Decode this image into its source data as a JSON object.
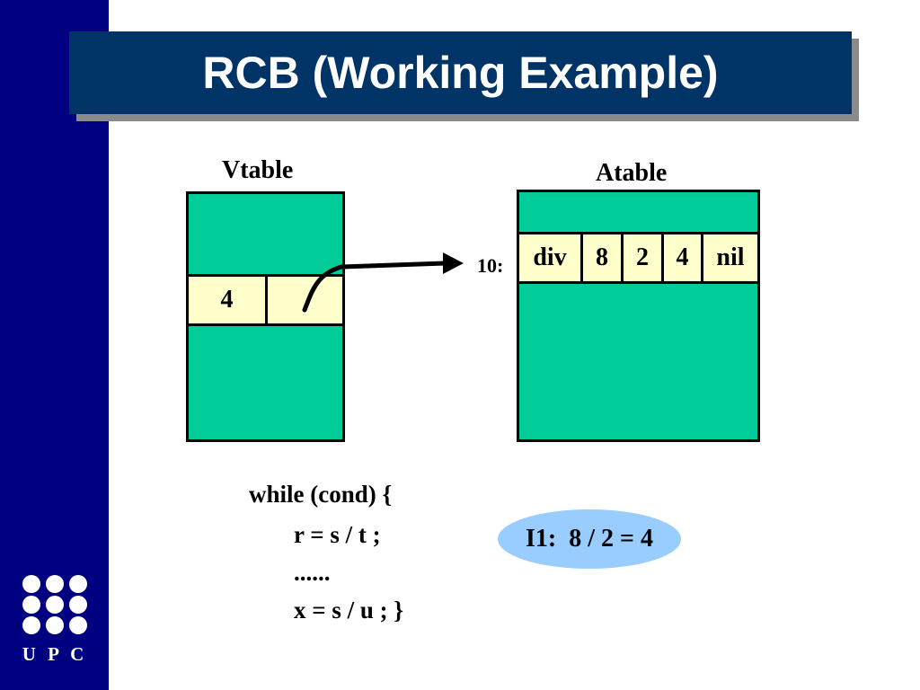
{
  "slide": {
    "title": "RCB (Working Example)"
  },
  "logo": {
    "text": "U P C",
    "dot_color": "#ffffff"
  },
  "vtable": {
    "label": "Vtable",
    "row": [
      "4",
      ""
    ]
  },
  "atable": {
    "label": "Atable",
    "row_index_label": "10:",
    "row": [
      "div",
      "8",
      "2",
      "4",
      "nil"
    ]
  },
  "code": {
    "lines": [
      "while (cond) {",
      "r = s / t ;",
      "......",
      "x = s / u ; }"
    ]
  },
  "annotation": {
    "text": "I1:  8 / 2 = 4"
  },
  "colors": {
    "sidebar": "#000080",
    "title_bar": "#003366",
    "table_fill": "#00cc99",
    "row_fill": "#ffffcc",
    "ellipse_fill": "#99ccff"
  }
}
